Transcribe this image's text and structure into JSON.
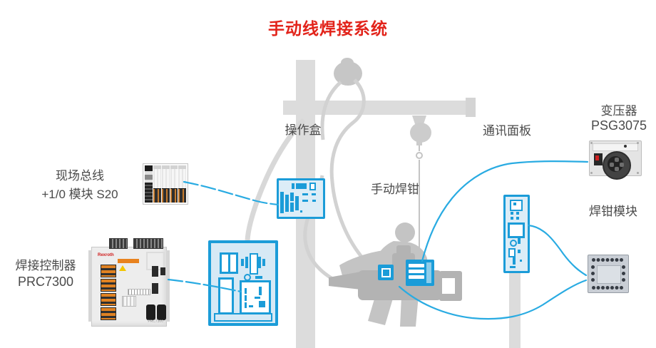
{
  "title": "手动线焊接系统",
  "labels": {
    "fieldbus": {
      "line1": "现场总线",
      "line2": "+1/0 模块 S20"
    },
    "controller": {
      "line1": "焊接控制器",
      "line2": "PRC7300"
    },
    "operation_box": "操作盒",
    "manual_gun": "手动焊钳",
    "comm_panel": "通讯面板",
    "transformer": {
      "line1": "变压器",
      "line2": "PSG3075"
    },
    "gun_module": "焊钳模块"
  },
  "devices": {
    "controller": {
      "brand": "Rexroth",
      "model": "PRC7300"
    }
  },
  "colors": {
    "title_red": "#e2231a",
    "accent_blue": "#1b9cd8",
    "cable_blue": "#29abe2",
    "panel_fill_blue": "#dcedf7",
    "structure_gray": "#dcdcdc"
  }
}
